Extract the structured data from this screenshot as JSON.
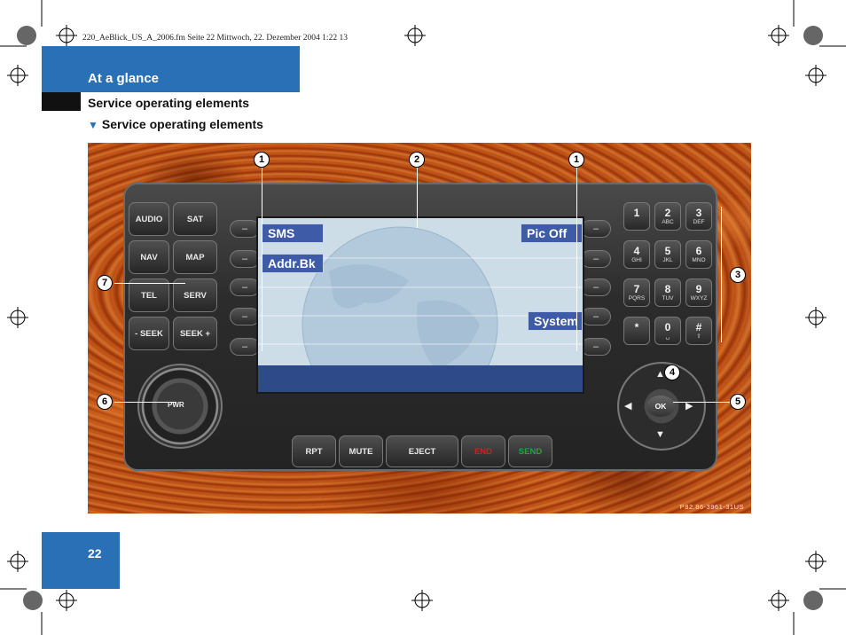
{
  "print_meta": "220_AeBlick_US_A_2006.fm  Seite 22  Mittwoch, 22. Dezember 2004  1:22 13",
  "chapter_title": "At a glance",
  "section_title": "Service operating elements",
  "subsection_title": "Service operating elements",
  "subsection_marker": "▼",
  "page_number": "22",
  "figure_code": "P82.86-3961-31US",
  "left_buttons": [
    "AUDIO",
    "SAT",
    "NAV",
    "MAP",
    "TEL",
    "SERV",
    "- SEEK",
    "SEEK +"
  ],
  "power_label": "PWR",
  "bottom_buttons": [
    "RPT",
    "MUTE",
    "EJECT",
    "END",
    "SEND"
  ],
  "softkey_label": "–",
  "screen_menus": {
    "sms": "SMS",
    "addr": "Addr.Bk",
    "pic_off": "Pic Off",
    "system": "System"
  },
  "keypad": [
    {
      "digit": "1",
      "letters": ""
    },
    {
      "digit": "2",
      "letters": "ABC"
    },
    {
      "digit": "3",
      "letters": "DEF"
    },
    {
      "digit": "4",
      "letters": "GHI"
    },
    {
      "digit": "5",
      "letters": "JKL"
    },
    {
      "digit": "6",
      "letters": "MNO"
    },
    {
      "digit": "7",
      "letters": "PQRS"
    },
    {
      "digit": "8",
      "letters": "TUV"
    },
    {
      "digit": "9",
      "letters": "WXYZ"
    },
    {
      "digit": "*",
      "letters": ""
    },
    {
      "digit": "0",
      "letters": "␣"
    },
    {
      "digit": "#",
      "letters": "⇧"
    }
  ],
  "ok_label": "OK",
  "callouts": [
    "1",
    "2",
    "1",
    "3",
    "4",
    "5",
    "6",
    "7"
  ],
  "colors": {
    "accent": "#2a70b7",
    "end": "#d22020",
    "send": "#2aa040"
  }
}
